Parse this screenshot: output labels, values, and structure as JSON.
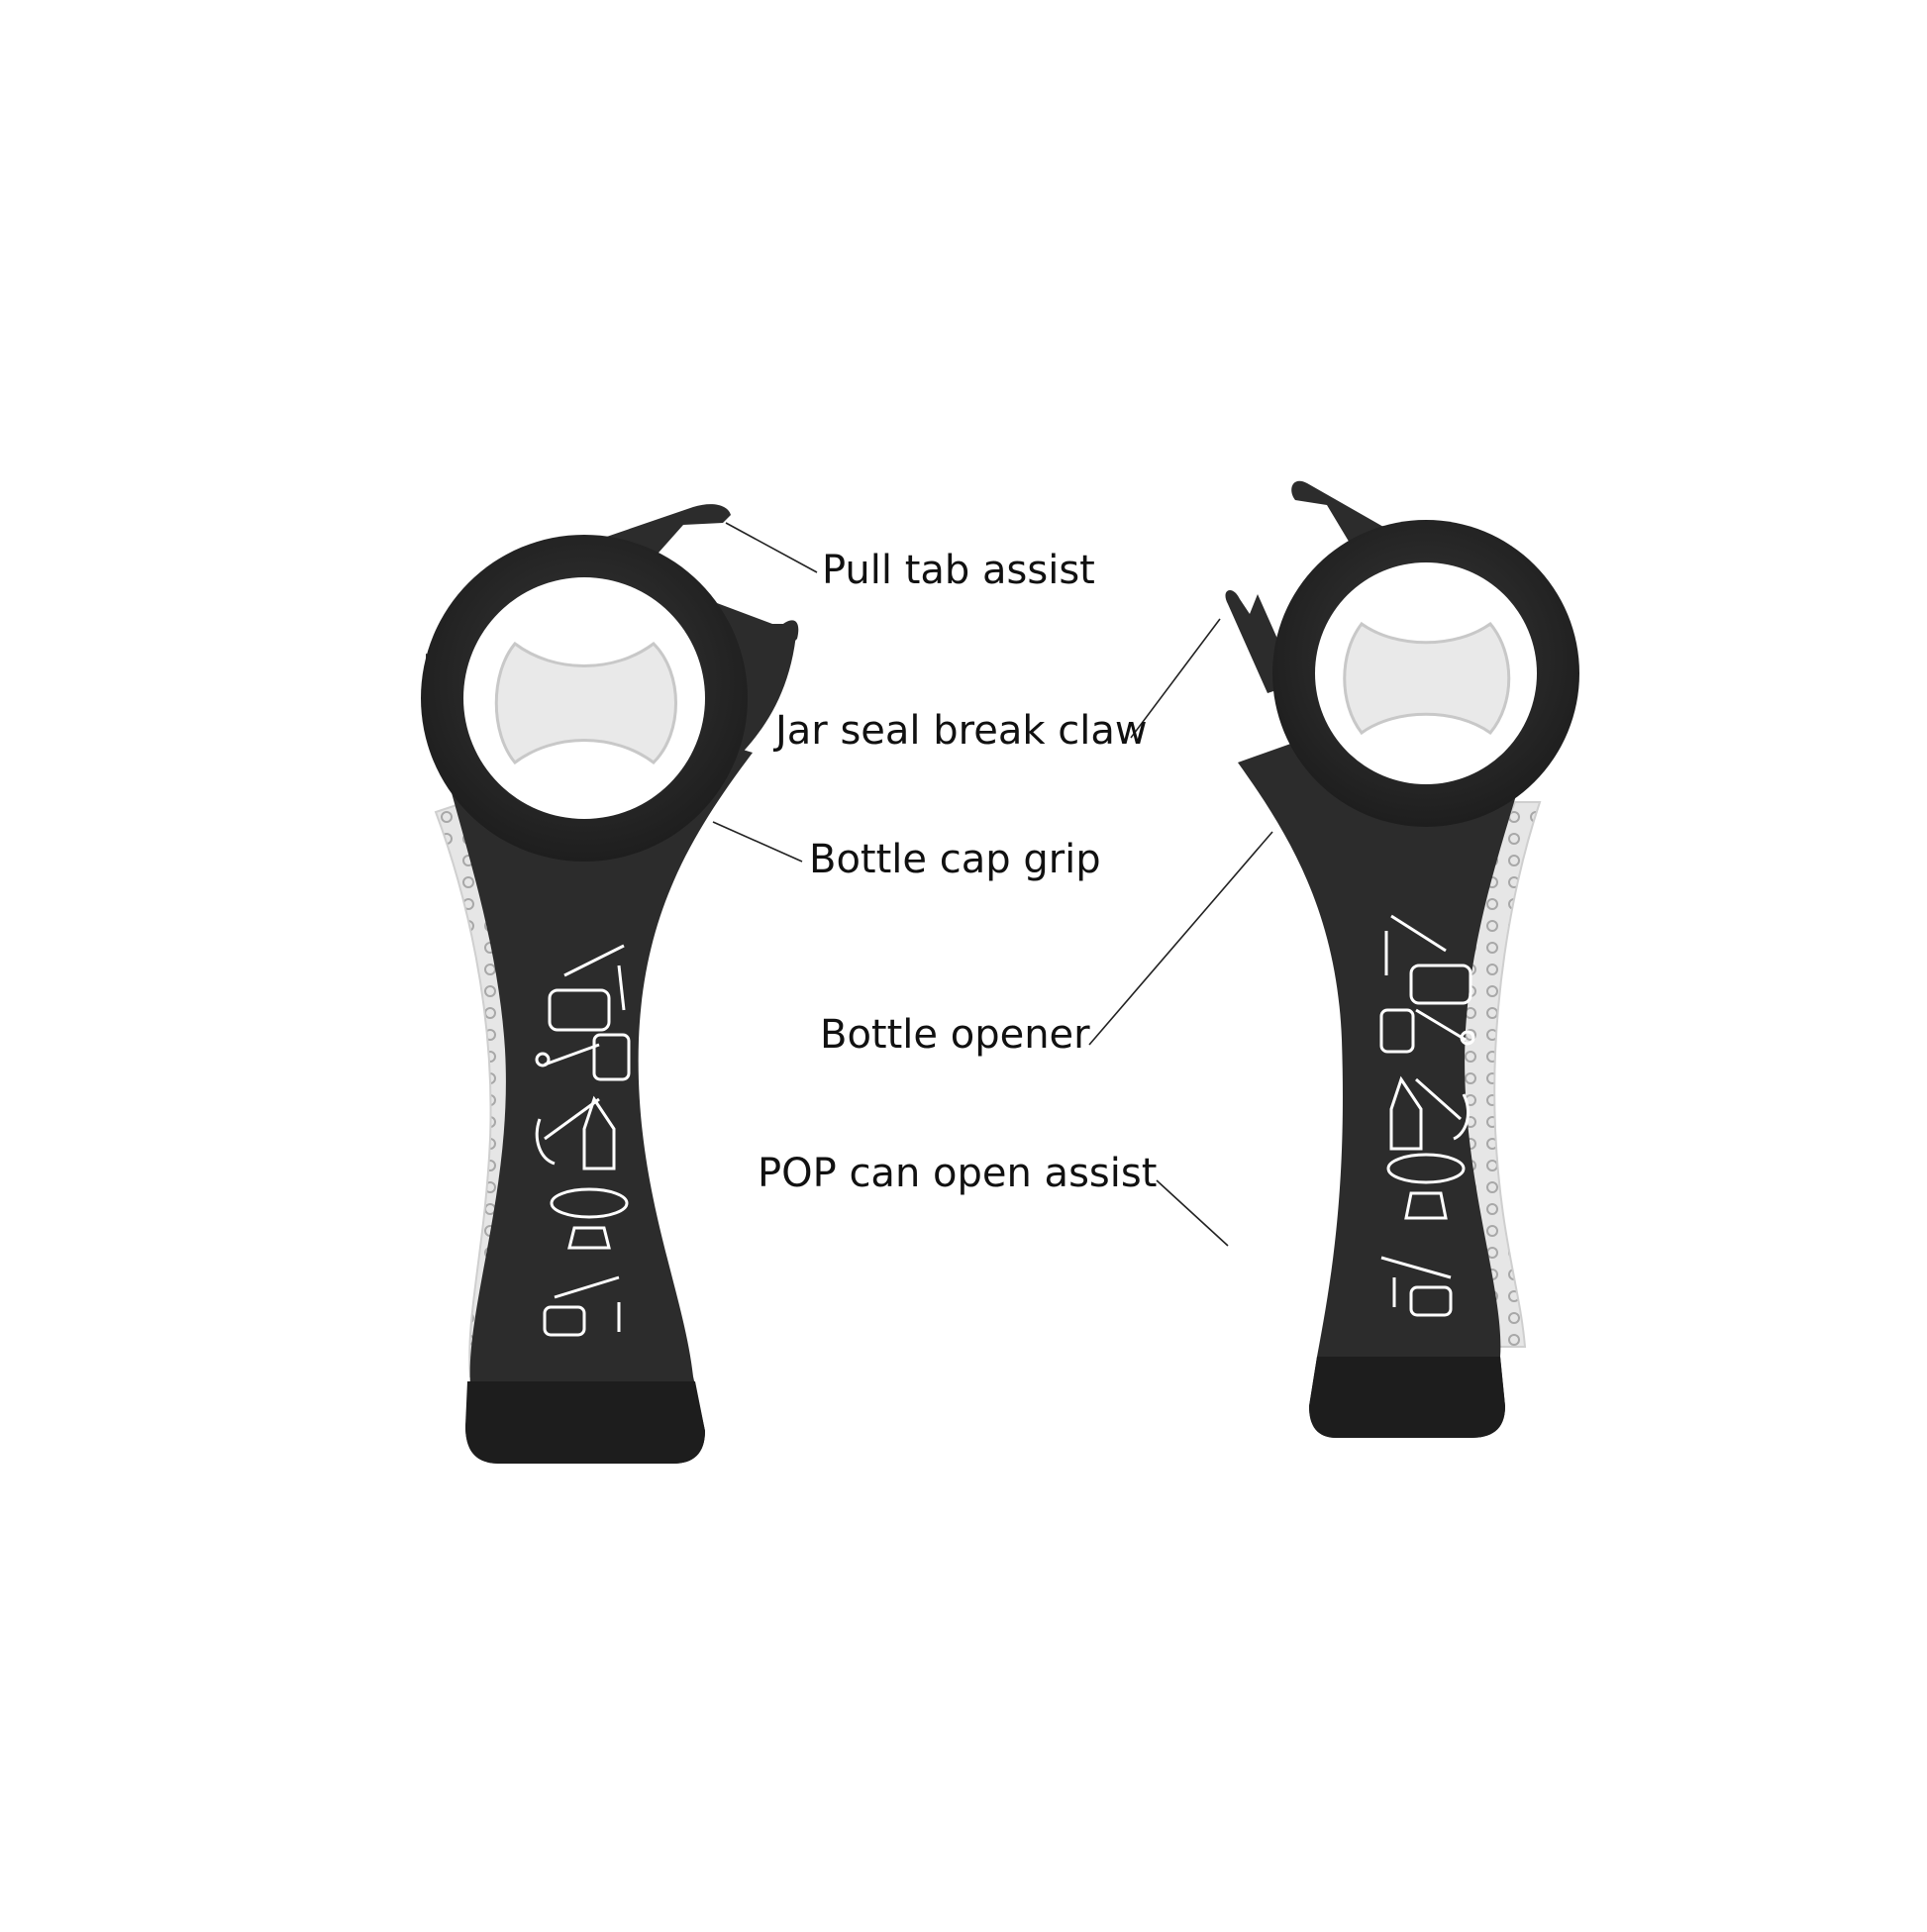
{
  "labels": {
    "pull_tab": "Pull tab assist",
    "jar_claw": "Jar seal break claw",
    "cap_grip": "Bottle cap grip",
    "bottle_opener": "Bottle opener",
    "pop_can": "POP can open assist"
  },
  "colors": {
    "body": "#2f2f2f",
    "body_dark": "#1c1c1c",
    "grip": "#e8e8e8",
    "insert": "#ececec",
    "leader": "#222222",
    "background": "#ffffff"
  },
  "icons": [
    "pull-tab-usage-icon",
    "bottle-opener-usage-icon",
    "jar-lid-usage-icon",
    "bottle-cap-usage-icon",
    "pop-can-usage-icon"
  ]
}
